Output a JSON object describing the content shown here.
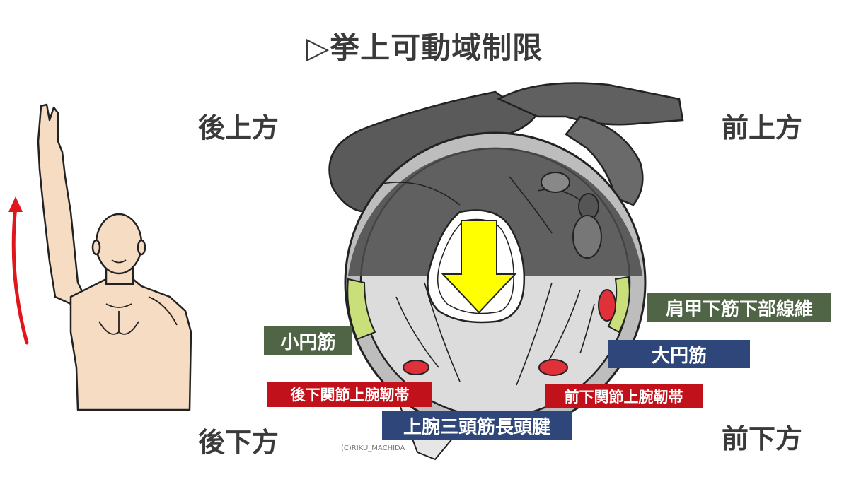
{
  "title": "▷挙上可動域制限",
  "directions": {
    "posterior_superior": "後上方",
    "anterior_superior": "前上方",
    "posterior_inferior": "後下方",
    "anterior_inferior": "前下方"
  },
  "labels": {
    "subscapularis_lower": "肩甲下筋下部線維",
    "teres_minor": "小円筋",
    "teres_major": "大円筋",
    "posterior_igh_ligament": "後下関節上腕靭帯",
    "anterior_igh_ligament": "前下関節上腕靭帯",
    "long_head_triceps": "上腕三頭筋長頭腱"
  },
  "copyright": "(C)RIKU_MACHIDA",
  "colors": {
    "label_green": "#4f6546",
    "label_navy": "#2e4679",
    "label_red": "#c1121c",
    "arrow_yellow": "#ffff00",
    "elevation_arrow": "#e0161b",
    "muscle_highlight_green": "#c9e07a",
    "ligament_highlight_red": "#e0303a"
  }
}
